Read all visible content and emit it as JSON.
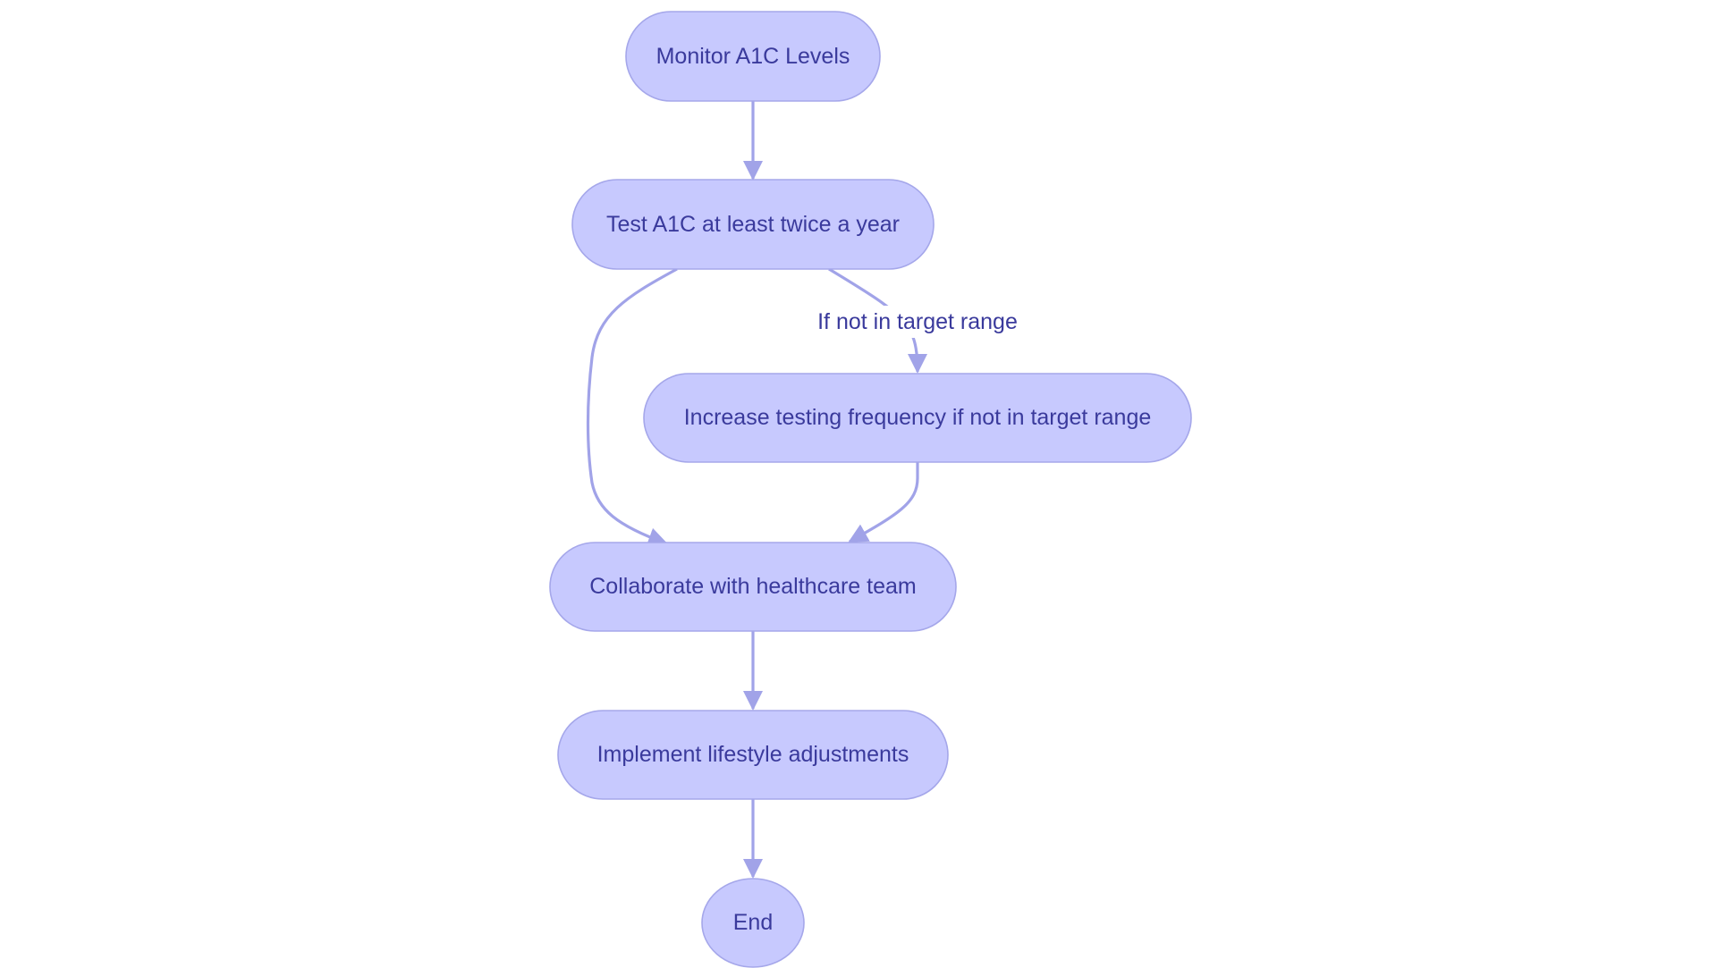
{
  "diagram": {
    "type": "flowchart",
    "colors": {
      "node_fill": "#c7c9fe",
      "node_border": "#a5a7ea",
      "edge": "#a1a3e8",
      "text": "#3a3a9c",
      "background": "#ffffff"
    },
    "nodes": {
      "monitor": "Monitor A1C Levels",
      "test": "Test A1C at least twice a year",
      "increase": "Increase testing frequency if not in target range",
      "collaborate": "Collaborate with healthcare team",
      "implement": "Implement lifestyle adjustments",
      "end": "End"
    },
    "edges": [
      {
        "from": "monitor",
        "to": "test",
        "label": ""
      },
      {
        "from": "test",
        "to": "increase",
        "label": "If not in target range"
      },
      {
        "from": "test",
        "to": "collaborate",
        "label": ""
      },
      {
        "from": "increase",
        "to": "collaborate",
        "label": ""
      },
      {
        "from": "collaborate",
        "to": "implement",
        "label": ""
      },
      {
        "from": "implement",
        "to": "end",
        "label": ""
      }
    ],
    "edge_labels": {
      "test_to_increase": "If not in target range"
    }
  }
}
